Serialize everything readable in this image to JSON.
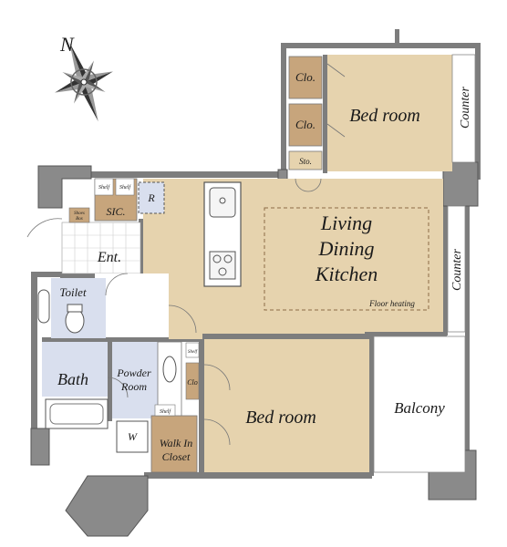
{
  "compass": {
    "letter": "N"
  },
  "rooms": {
    "bedroom_top": "Bed room",
    "bedroom_bottom": "Bed room",
    "ldk_line1": "Living",
    "ldk_line2": "Dining",
    "ldk_line3": "Kitchen",
    "floor_heating": "Floor heating",
    "entrance": "Ent.",
    "toilet": "Toilet",
    "bath": "Bath",
    "powder_line1": "Powder",
    "powder_line2": "Room",
    "balcony": "Balcony",
    "walkin_line1": "Walk In",
    "walkin_line2": "Closet",
    "sic": "SIC.",
    "refrigerator": "R",
    "washer": "W",
    "clo_top1": "Clo.",
    "clo_top2": "Clo.",
    "sto": "Sto.",
    "clo_mid": "Clo",
    "counter_top": "Counter",
    "counter_mid": "Counter",
    "shelf1": "Shelf",
    "shelf2": "Shelf",
    "shelf3": "Shelf",
    "shelf4": "Shelf",
    "shoes_line1": "Shoes",
    "shoes_line2": "Box"
  },
  "colors": {
    "floor": "#e6d3ae",
    "closet": "#c7a57c",
    "wet_area": "#d9dfee",
    "wall": "#7d7d7d",
    "pillar": "#8a8a8a"
  }
}
